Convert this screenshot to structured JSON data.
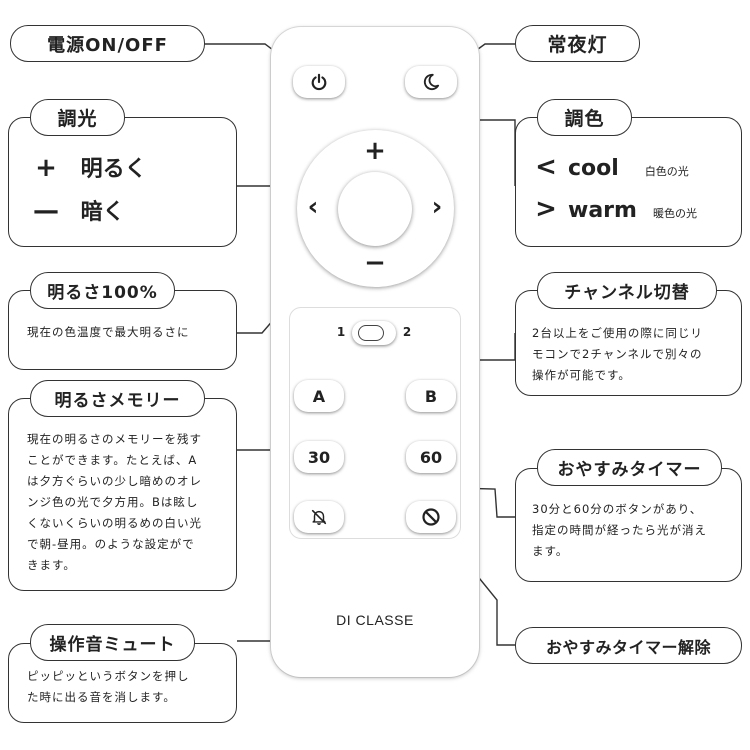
{
  "remote": {
    "brand": "DI CLASSE",
    "buttons": {
      "a": "A",
      "b": "B",
      "timer30": "30",
      "timer60": "60",
      "switch_left": "1",
      "switch_right": "2",
      "plus": "+",
      "minus": "−",
      "left": "‹",
      "right": "›"
    }
  },
  "callouts": {
    "power": {
      "title": "電源ON/OFF"
    },
    "night": {
      "title": "常夜灯"
    },
    "dimming": {
      "title": "調光",
      "up_symbol": "+",
      "up": "明るく",
      "down_symbol": "—",
      "down": "暗く"
    },
    "color": {
      "title": "調色",
      "cool_symbol": "<",
      "cool": "cool",
      "cool_note": "白色の光",
      "warm_symbol": ">",
      "warm": "warm",
      "warm_note": "暖色の光"
    },
    "max": {
      "title": "明るさ100%",
      "text": "現在の色温度で最大明るさに"
    },
    "channel": {
      "title": "チャンネル切替",
      "lines": [
        "2台以上をご使用の際に同じリ",
        "モコンで2チャンネルで別々の",
        "操作が可能です。"
      ]
    },
    "memory": {
      "title": "明るさメモリー",
      "lines": [
        "現在の明るさのメモリーを残す",
        "ことができます。たとえば、A",
        "は夕方ぐらいの少し暗めのオレ",
        "ンジ色の光で夕方用。Bは眩し",
        "くないくらいの明るめの白い光",
        "で朝-昼用。のような設定がで",
        "きます。"
      ]
    },
    "sleep": {
      "title": "おやすみタイマー",
      "lines": [
        "30分と60分のボタンがあり、",
        "指定の時間が経ったら光が消え",
        "ます。"
      ]
    },
    "mute": {
      "title": "操作音ミュート",
      "lines": [
        "ピッピッというボタンを押し",
        "た時に出る音を消します。"
      ]
    },
    "sleep_cancel": {
      "title": "おやすみタイマー解除"
    }
  }
}
